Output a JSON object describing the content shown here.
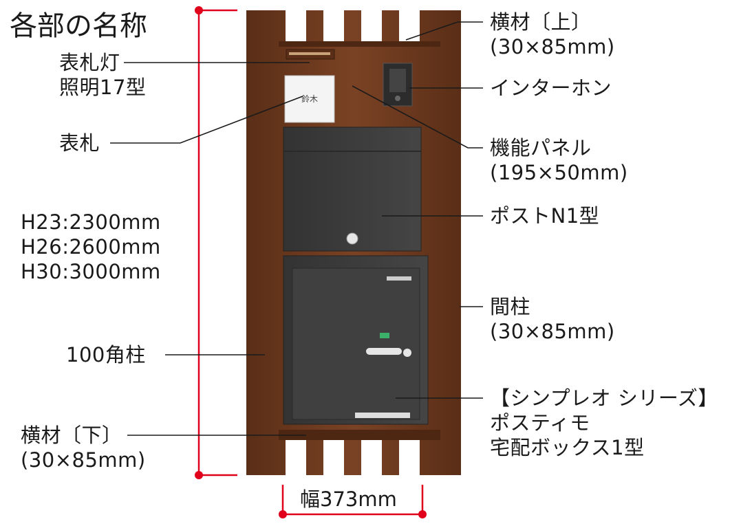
{
  "title": "各部の名称",
  "labels": {
    "nameplate_light": [
      "表札灯",
      "照明17型"
    ],
    "nameplate": "表札",
    "heights": [
      "H23:2300mm",
      "H26:2600mm",
      "H30:3000mm"
    ],
    "post_100": "100角柱",
    "crossbar_lower": [
      "横材〔下〕",
      "(30×85mm)"
    ],
    "crossbar_upper": [
      "横材〔上〕",
      "(30×85mm)"
    ],
    "intercom": "インターホン",
    "function_panel": [
      "機能パネル",
      "(195×50mm)"
    ],
    "post_n1": "ポストN1型",
    "mid_post": [
      "間柱",
      "(30×85mm)"
    ],
    "series": [
      "【シンプレオ シリーズ】",
      "ポスティモ",
      "宅配ボックス1型"
    ],
    "width": "幅373mm",
    "nameplate_text": "鈴木"
  },
  "colors": {
    "wood": "#6e3a1f",
    "wood_dark": "#4e2712",
    "panel": "#3d3d3d",
    "panel_dark": "#2c2c2c",
    "dimension": "#e0001b"
  }
}
